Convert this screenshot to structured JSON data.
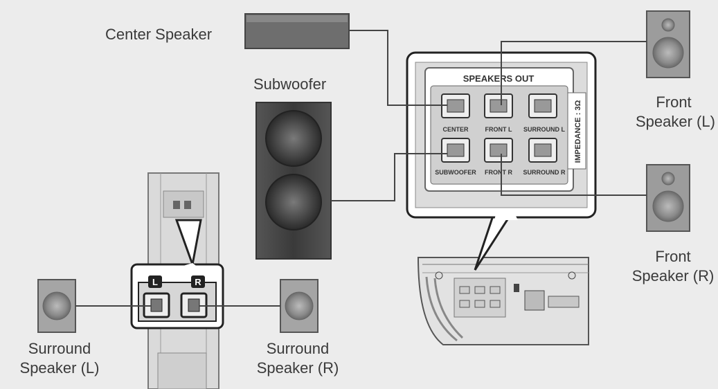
{
  "labels": {
    "center_speaker": "Center Speaker",
    "subwoofer": "Subwoofer",
    "front_left": [
      "Front",
      "Speaker (L)"
    ],
    "front_right": [
      "Front",
      "Speaker (R)"
    ],
    "surround_left": [
      "Surround",
      "Speaker (L)"
    ],
    "surround_right": [
      "Surround",
      "Speaker (R)"
    ]
  },
  "panel": {
    "title": "SPEAKERS OUT",
    "impedance": "IMPEDANCE : 3Ω",
    "terminals": [
      "CENTER",
      "FRONT  L",
      "SURROUND L",
      "SUBWOOFER",
      "FRONT  R",
      "SURROUND R"
    ]
  },
  "tower": {
    "left_marker": "L",
    "right_marker": "R"
  },
  "colors": {
    "background": "#ececec",
    "wire": "#444444",
    "panel_bg": "#d8d8d8"
  }
}
